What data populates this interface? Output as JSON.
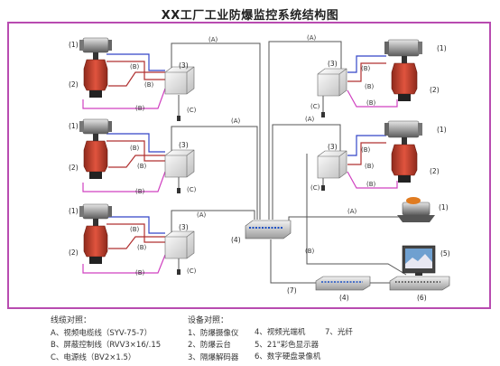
{
  "title": "XX工厂工业防爆监控系统结构图",
  "cable_tags": {
    "a": "(A)",
    "b": "(B)",
    "c": "(C)"
  },
  "device_tags": {
    "d1": "(1)",
    "d2": "(2)",
    "d3": "(3)",
    "d4": "(4)",
    "d5": "(5)",
    "d6": "(6)",
    "d7": "(7)"
  },
  "legend_cables": {
    "heading": "线缆对照：",
    "items": [
      "A、视频电缆线（SYV-75-7）",
      "B、屏蔽控制线（RVV3×16/.15",
      "C、电源线（BV2×1.5）"
    ]
  },
  "legend_devices": {
    "heading": "设备对照：",
    "col1": [
      "1、防爆摄像仪",
      "2、防爆云台",
      "3、隔爆解码器"
    ],
    "col2": [
      "4、视频光端机",
      "5、21\"彩色显示器",
      "6、数字硬盘录像机"
    ],
    "col3": [
      "7、光纤"
    ]
  },
  "colors": {
    "frame": "#b84bb0",
    "cable_a": "#555555",
    "cable_b_red": "#b03030",
    "cable_b_blue": "#3345c8",
    "cable_b_pink": "#d040c0",
    "housing": "#9a9a9a",
    "pantilt": "#c83c2a"
  }
}
